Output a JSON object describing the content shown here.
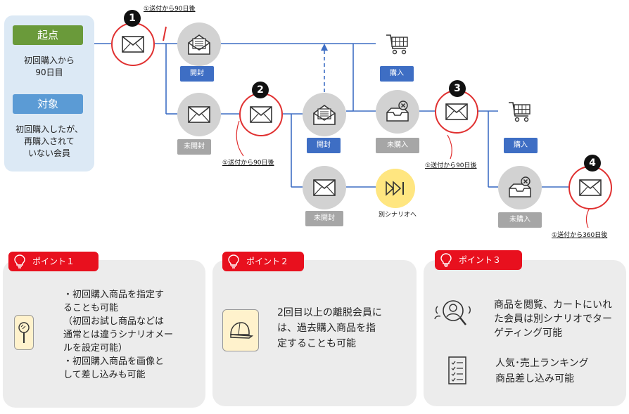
{
  "side": {
    "start_label": "起点",
    "start_desc": "初回購入から\n90日目",
    "target_label": "対象",
    "target_desc": "初回購入したが、\n再購入されて\nいない会員"
  },
  "badges": [
    "1",
    "2",
    "3",
    "4"
  ],
  "notes": {
    "n1": "①送付から90日後",
    "n2": "①送付から90日後",
    "n3": "①送付から90日後",
    "n4": "①送付から360日後"
  },
  "labels": {
    "opened_1": "開封",
    "unopened_1": "未開封",
    "purchase_1": "購入",
    "opened_2": "開封",
    "not_purchased_1": "未購入",
    "unopened_2": "未開封",
    "other_scenario": "別シナリオへ",
    "purchase_2": "購入",
    "not_purchased_2": "未購入"
  },
  "points": [
    {
      "title": "ポイント１",
      "text": "・初回購入商品を指定す\nることも可能\n（初回お試し商品などは\n通常とは違うシナリオメー\nルを設定可能）\n・初回購入商品を画像と\nして差し込みも可能"
    },
    {
      "title": "ポイント２",
      "text": "2回目以上の離脱会員に\nは、過去購入商品を指\n定することも可能"
    },
    {
      "title": "ポイント３",
      "text1": "商品を閲覧、カートにいれ\nた会員は別シナリオでター\nゲティング可能",
      "text2": "人気･売上ランキング\n商品差し込み可能"
    }
  ],
  "colors": {
    "accent_red": "#e8101e",
    "node_red": "#e03030",
    "line_blue": "#3e6ec4",
    "start_green": "#6a9a3a",
    "target_blue": "#5b9bd5",
    "panel_bg": "#dce9f5",
    "card_bg": "#ececec",
    "gray_node": "#d2d2d2",
    "gray_label": "#a6a6a6",
    "yellow_node": "#ffe680"
  },
  "icons": [
    "mail-icon",
    "open-mail-icon",
    "cart-icon",
    "inbox-x-icon",
    "fast-forward-icon",
    "bulb-icon",
    "hand-mirror-icon",
    "cap-icon",
    "people-search-icon",
    "checklist-icon"
  ]
}
